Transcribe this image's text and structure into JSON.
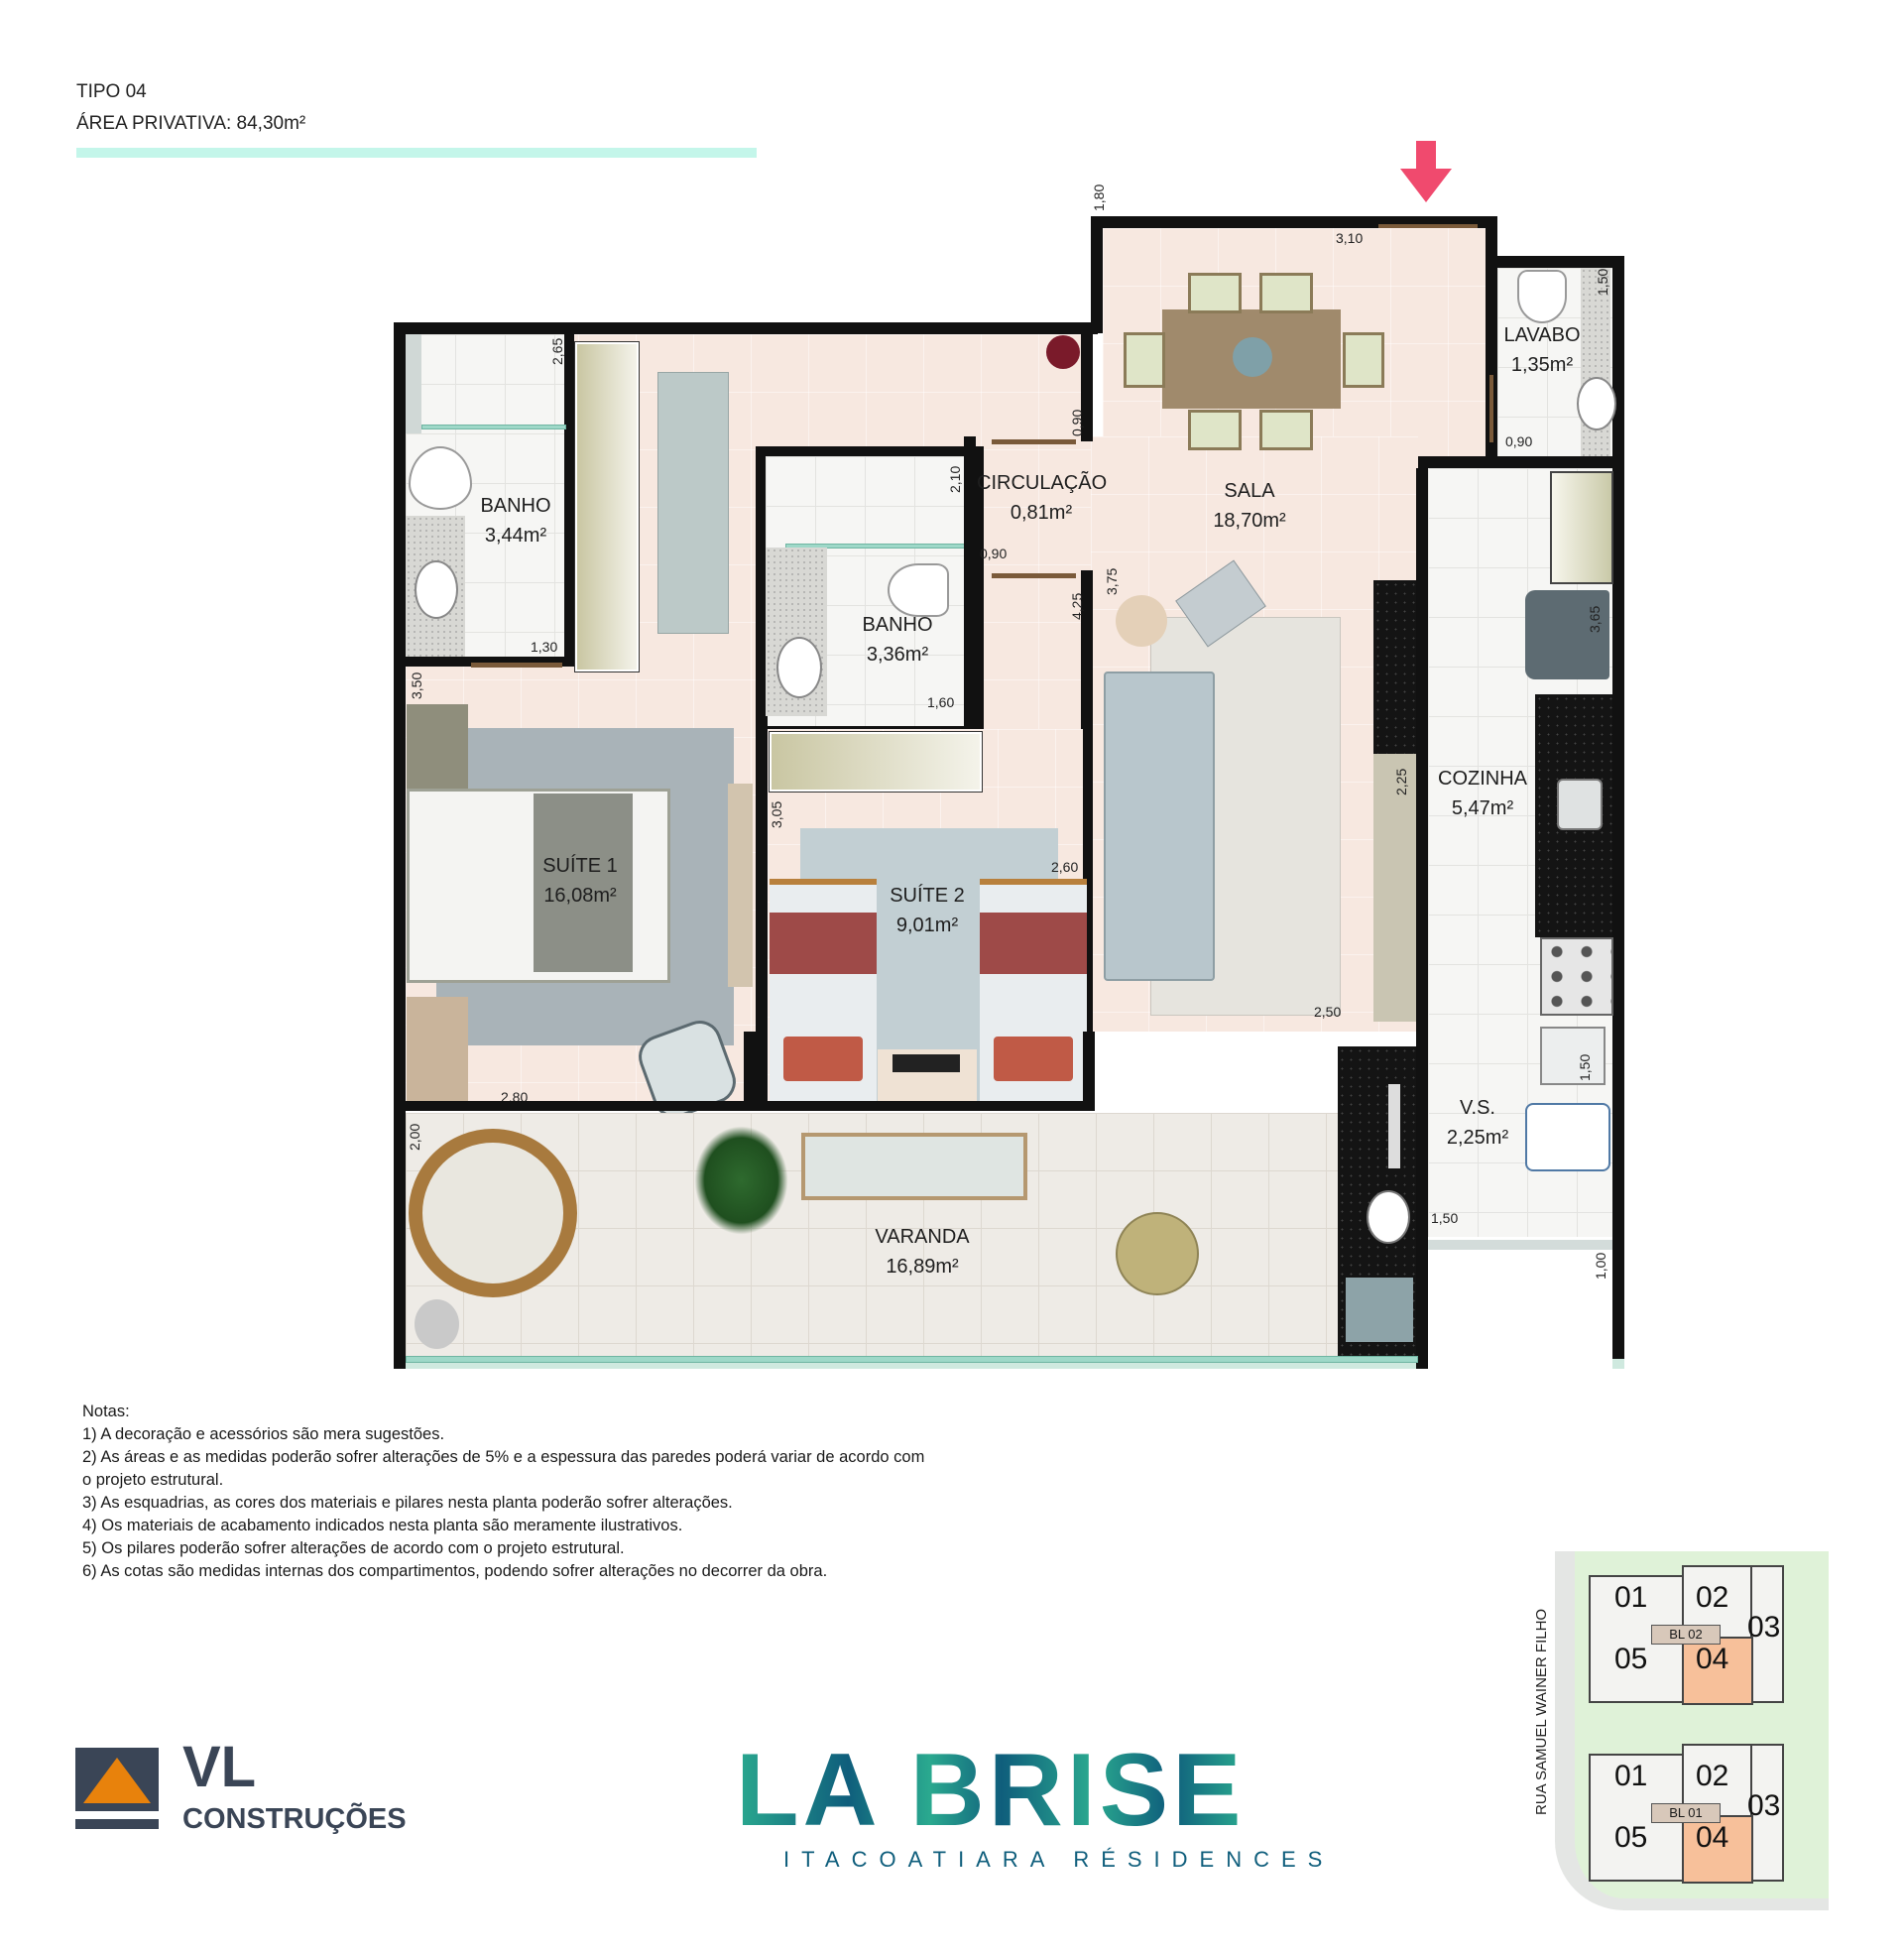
{
  "header": {
    "unit_type": "TIPO 04",
    "private_area": "ÁREA PRIVATIVA: 84,30m²",
    "accent_color": "#c4f6ea"
  },
  "entry_arrow": {
    "icon": "entry-arrow-down-icon",
    "color": "#f04a6e"
  },
  "rooms": {
    "banho1": {
      "name": "BANHO",
      "area": "3,44m²"
    },
    "banho2": {
      "name": "BANHO",
      "area": "3,36m²"
    },
    "circulacao": {
      "name": "CIRCULAÇÃO",
      "area": "0,81m²"
    },
    "sala": {
      "name": "SALA",
      "area": "18,70m²"
    },
    "lavabo": {
      "name": "LAVABO",
      "area": "1,35m²"
    },
    "cozinha": {
      "name": "COZINHA",
      "area": "5,47m²"
    },
    "suite1": {
      "name": "SUÍTE 1",
      "area": "16,08m²"
    },
    "suite2": {
      "name": "SUÍTE 2",
      "area": "9,01m²"
    },
    "vs": {
      "name": "V.S.",
      "area": "2,25m²"
    },
    "varanda": {
      "name": "VARANDA",
      "area": "16,89m²"
    }
  },
  "dimensions": {
    "d_265": "2,65",
    "d_130": "1,30",
    "d_350": "3,50",
    "d_280": "2,80",
    "d_210": "2,10",
    "d_160": "1,60",
    "d_090_circ_top": "0,90",
    "d_090_circ": "0,90",
    "d_425": "4,25",
    "d_375": "3,75",
    "d_305": "3,05",
    "d_260": "2,60",
    "d_180": "1,80",
    "d_310": "3,10",
    "d_150_lavabo": "1,50",
    "d_090_lavabo": "0,90",
    "d_365": "3,65",
    "d_225": "2,25",
    "d_250": "2,50",
    "d_150_vs_v": "1,50",
    "d_150_vs_h": "1,50",
    "d_200": "2,00",
    "d_100": "1,00"
  },
  "notes": {
    "title": "Notas:",
    "items": [
      "1) A decoração e acessórios são mera sugestões.",
      "2) As áreas e as medidas poderão sofrer alterações de 5% e a espessura das paredes poderá variar de acordo com o projeto estrutural.",
      "3) As esquadrias, as cores dos materiais e pilares nesta planta poderão sofrer alterações.",
      "4)  Os materiais de acabamento indicados nesta planta são meramente ilustrativos.",
      "5) Os pilares poderão sofrer alterações de acordo com o projeto estrutural.",
      "6) As cotas são medidas internas dos compartimentos, podendo sofrer alterações no decorrer da obra."
    ]
  },
  "keyplan": {
    "street": "RUA SAMUEL WAINER FILHO",
    "blocks": [
      {
        "core": "BL 02",
        "units": [
          "01",
          "02",
          "03",
          "05",
          "04"
        ],
        "highlight": "04"
      },
      {
        "core": "BL 01",
        "units": [
          "01",
          "02",
          "03",
          "05",
          "04"
        ],
        "highlight": "04"
      }
    ],
    "highlight_color": "#f7c09a",
    "lot_color": "#dff2d8"
  },
  "logos": {
    "builder": {
      "line1": "VL",
      "line2": "CONSTRUÇÕES",
      "dark": "#3a4556",
      "orange": "#e8820c"
    },
    "project": {
      "name": "LA BRISE",
      "tagline": "ITACOATIARA RÉSIDENCES",
      "teal": "#2aa98f",
      "navy": "#0f5e7c"
    }
  }
}
